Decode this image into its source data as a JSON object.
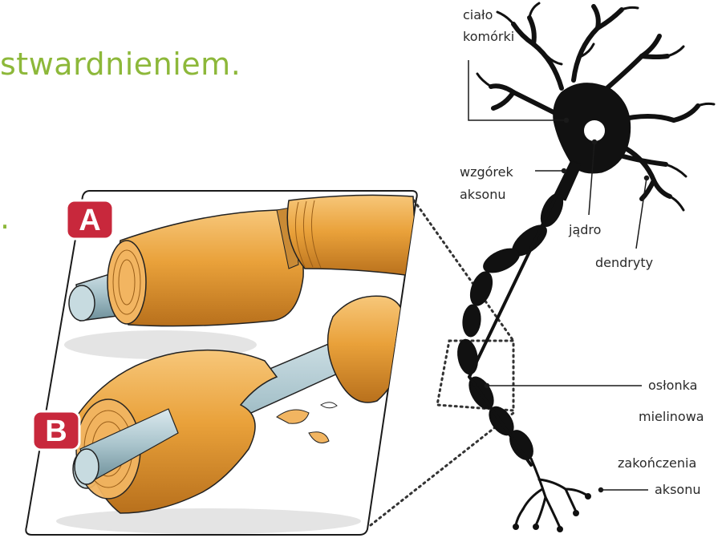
{
  "heading": "stwardnieniem.",
  "stray_mark": ".",
  "badges": {
    "a": "A",
    "b": "B"
  },
  "labels": {
    "cell_body": [
      "ciało",
      "komórki"
    ],
    "axon_hillock": [
      "wzgórek",
      "aksonu"
    ],
    "nucleus": "jądro",
    "dendrites": "dendryty",
    "myelin_sheath": [
      "osłonka",
      "mielinowa"
    ],
    "axon_terminals": [
      "zakończenia",
      "aksonu"
    ]
  },
  "colors": {
    "heading": "#8db83a",
    "badge": "#c8283c",
    "myelin": "#e9a13a",
    "axon": "#a9c4cc",
    "neuron": "#111111"
  }
}
